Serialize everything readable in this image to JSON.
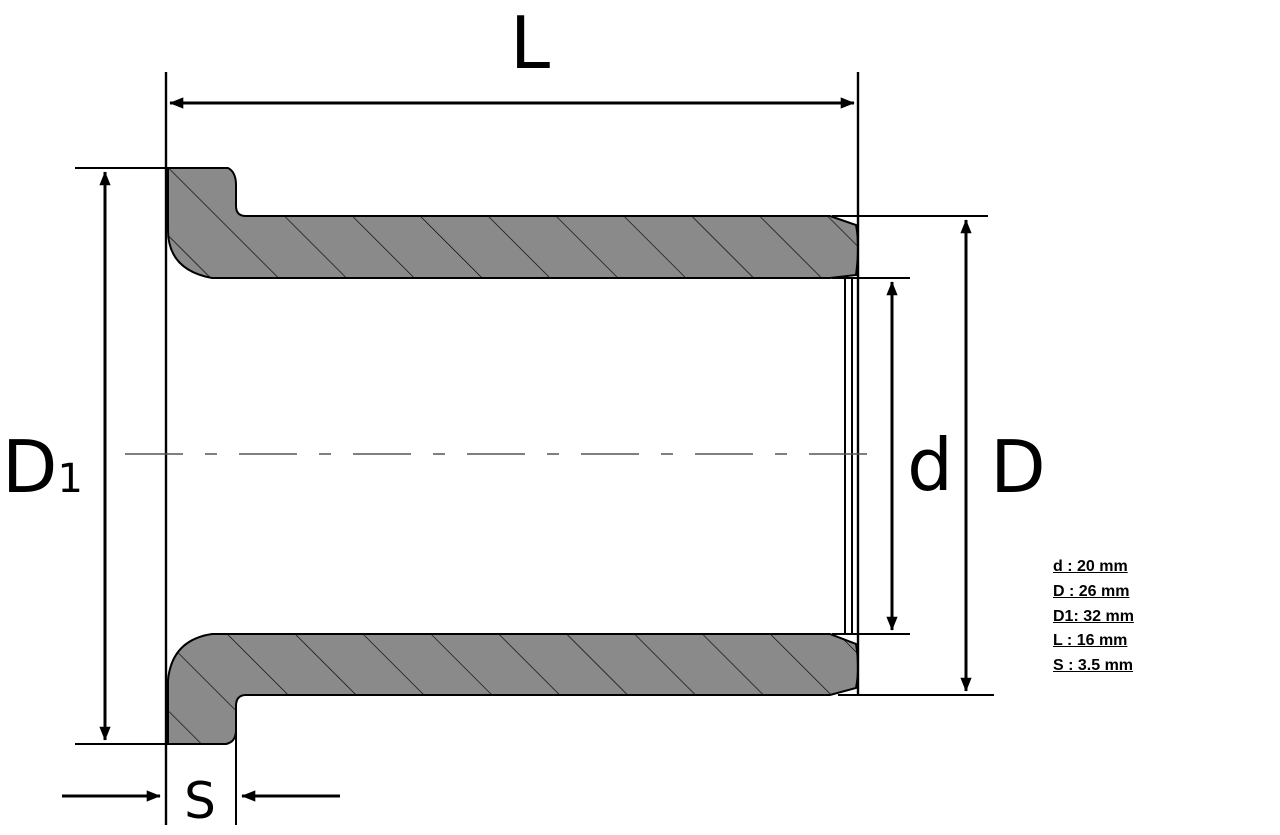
{
  "diagram": {
    "labels": {
      "length": "L",
      "flange_diameter_main": "D",
      "flange_diameter_sub": "1",
      "inner_diameter": "d",
      "outer_diameter": "D",
      "flange_thickness": "S"
    },
    "specs": [
      "d : 20 mm",
      "D : 26 mm",
      "D1: 32 mm",
      "L : 16 mm",
      "S : 3.5 mm"
    ]
  },
  "colors": {
    "section_fill": "#8a8a8a",
    "line": "#000000",
    "background": "#ffffff"
  }
}
